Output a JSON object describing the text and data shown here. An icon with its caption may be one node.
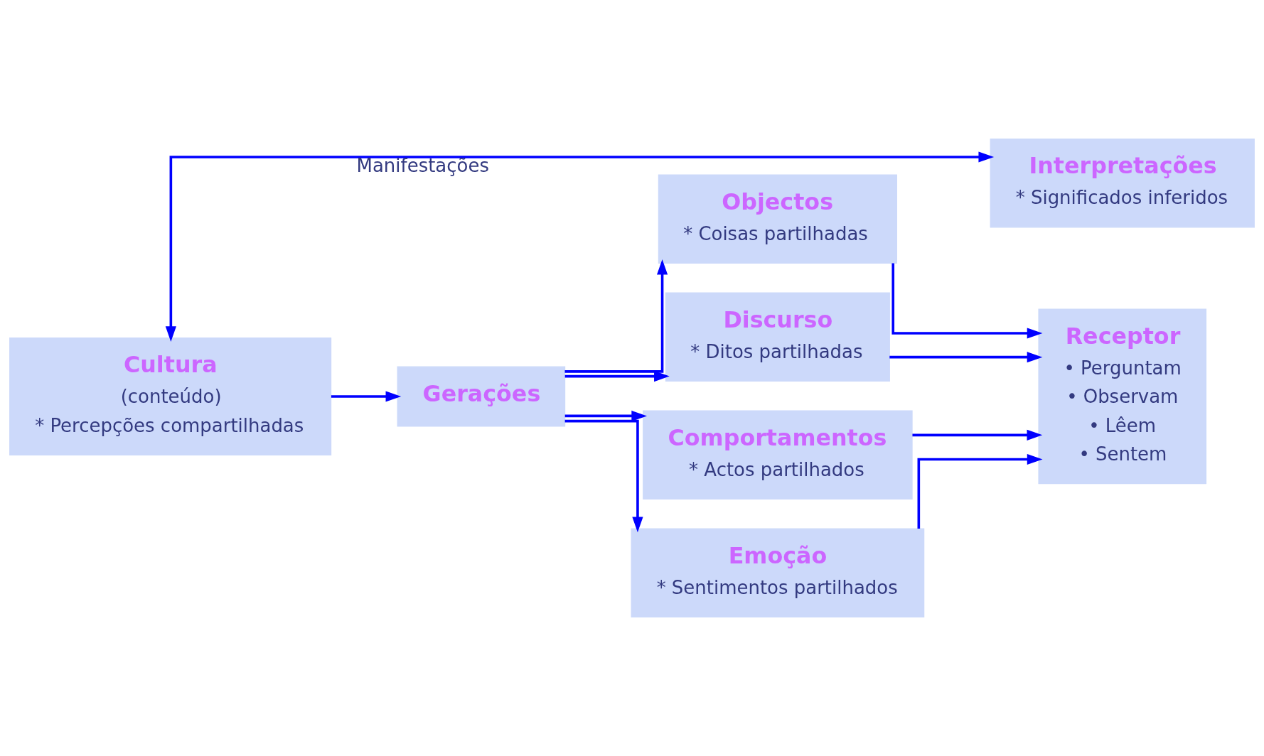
{
  "diagram": {
    "nodes": [
      {
        "text": [
          "Cultura",
          "(conteúdo)",
          "* Percepções compartilhadas"
        ]
      },
      {
        "text": [
          "Interpretações",
          "* Significados inferidos"
        ]
      },
      {
        "text": [
          "Gerações"
        ]
      },
      {
        "text": [
          "Objectos",
          "* Coisas partilhadas"
        ]
      },
      {
        "text": [
          "Discurso",
          "* Ditos partilhadas"
        ]
      },
      {
        "text": [
          "Comportamentos",
          "* Actos partilhados"
        ]
      },
      {
        "text": [
          "Emoção",
          "* Sentimentos partilhados"
        ]
      },
      {
        "text": [
          "Receptor",
          "• Perguntam",
          "• Observam",
          "• Lêem",
          "• Sentem"
        ]
      }
    ],
    "edges": [
      {
        "from": 0,
        "to": 1,
        "arrow": "both",
        "label": "Manifestações"
      },
      {
        "from": 0,
        "to": 2,
        "arrow": "to"
      },
      {
        "from": 2,
        "to": 3,
        "arrow": "to"
      },
      {
        "from": 2,
        "to": 4,
        "arrow": "to"
      },
      {
        "from": 2,
        "to": 5,
        "arrow": "to"
      },
      {
        "from": 2,
        "to": 6,
        "arrow": "to"
      },
      {
        "from": 3,
        "to": 7,
        "arrow": "to"
      },
      {
        "from": 4,
        "to": 7,
        "arrow": "to"
      },
      {
        "from": 5,
        "to": 7,
        "arrow": "to"
      },
      {
        "from": 6,
        "to": 7,
        "arrow": "to"
      }
    ]
  }
}
